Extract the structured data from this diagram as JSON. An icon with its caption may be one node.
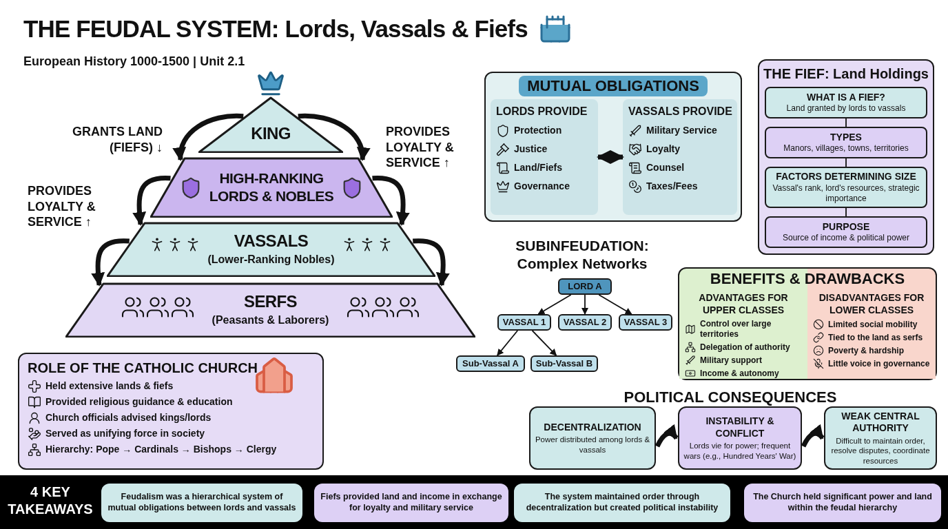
{
  "diagram": {
    "title": "THE FEUDAL SYSTEM: Lords, Vassals & Fiefs",
    "nodes": [
      {
        "text": [
          "KING"
        ]
      },
      {
        "text": [
          "HIGH-RANKING LORDS & NOBLES"
        ]
      },
      {
        "text": [
          "VASSALS",
          "(Lower-Ranking Nobles)"
        ]
      },
      {
        "text": [
          "SERFS",
          "(Peasants & Laborers)"
        ]
      },
      {
        "text": [
          "MUTUAL OBLIGATIONS"
        ]
      },
      {
        "text": [
          "LORDS PROVIDE",
          "Protection",
          "Justice",
          "Land/Fiefs",
          "Governance"
        ],
        "in": 4
      },
      {
        "text": [
          "VASSALS PROVIDE",
          "Military Service",
          "Loyalty",
          "Counsel",
          "Taxes/Fees"
        ],
        "in": 4
      },
      {
        "text": [
          "THE FIEF: Land Holdings"
        ]
      },
      {
        "text": [
          "WHAT IS A FIEF?",
          "Land granted by lords to vassals"
        ],
        "in": 7
      },
      {
        "text": [
          "TYPES",
          "Manors, villages, towns, territories"
        ],
        "in": 7
      },
      {
        "text": [
          "FACTORS DETERMINING SIZE",
          "Vassal's rank, lord's resources, strategic importance"
        ],
        "in": 7
      },
      {
        "text": [
          "PURPOSE",
          "Source of income & political power"
        ],
        "in": 7
      },
      {
        "text": [
          "LORD A"
        ]
      },
      {
        "text": [
          "VASSAL 1"
        ]
      },
      {
        "text": [
          "VASSAL 2"
        ]
      },
      {
        "text": [
          "VASSAL 3"
        ]
      },
      {
        "text": [
          "Sub-Vassal A"
        ]
      },
      {
        "text": [
          "Sub-Vassal B"
        ]
      },
      {
        "text": [
          "BENEFITS & DRAWBACKS"
        ]
      },
      {
        "text": [
          "ADVANTAGES FOR UPPER CLASSES",
          "Control over large territories",
          "Delegation of authority",
          "Military support",
          "Income & autonomy"
        ],
        "in": 18
      },
      {
        "text": [
          "DISADVANTAGES FOR LOWER CLASSES",
          "Limited social mobility",
          "Tied to the land as serfs",
          "Poverty & hardship",
          "Little voice in governance"
        ],
        "in": 18
      },
      {
        "text": [
          "DECENTRALIZATION",
          "Power distributed among lords & vassals"
        ]
      },
      {
        "text": [
          "INSTABILITY & CONFLICT",
          "Lords vie for power; frequent wars (e.g., Hundred Years' War)"
        ]
      },
      {
        "text": [
          "WEAK CENTRAL AUTHORITY",
          "Difficult to maintain order, resolve disputes, coordinate resources"
        ]
      },
      {
        "text": [
          "ROLE OF THE CATHOLIC CHURCH",
          "Held extensive lands & fiefs",
          "Provided religious guidance & education",
          "Church officials advised kings/lords",
          "Served as unifying force in society",
          "Hierarchy: Pope → Cardinals → Bishops → Clergy"
        ]
      },
      {
        "text": [
          "4 KEY TAKEAWAYS"
        ]
      },
      {
        "text": [
          "Feudalism was a hierarchical system of mutual obligations between lords and vassals"
        ],
        "in": 25
      },
      {
        "text": [
          "Fiefs provided land and income in exchange for loyalty and military service"
        ],
        "in": 25
      },
      {
        "text": [
          "The system maintained order through decentralization but created political instability"
        ],
        "in": 25
      },
      {
        "text": [
          "The Church held significant power and land within the feudal hierarchy"
        ],
        "in": 25
      }
    ],
    "edges": [
      {
        "from": 0,
        "to": 1,
        "arrow": "to",
        "label": "GRANTS LAND (FIEFS) ↓"
      },
      {
        "from": 1,
        "to": 2,
        "arrow": "to",
        "label": "PROVIDES LOYALTY & SERVICE ↑"
      },
      {
        "from": 2,
        "to": 3,
        "arrow": "to"
      },
      {
        "from": 0,
        "to": 1,
        "arrow": "to",
        "label": "PROVIDES LOYALTY & SERVICE ↑"
      },
      {
        "from": 1,
        "to": 2,
        "arrow": "to"
      },
      {
        "from": 2,
        "to": 3,
        "arrow": "to"
      },
      {
        "from": 5,
        "to": 6,
        "arrow": "both"
      },
      {
        "from": 8,
        "to": 9,
        "arrow": "none"
      },
      {
        "from": 9,
        "to": 10,
        "arrow": "none"
      },
      {
        "from": 10,
        "to": 11,
        "arrow": "none"
      },
      {
        "from": 12,
        "to": 13,
        "arrow": "to"
      },
      {
        "from": 12,
        "to": 14,
        "arrow": "to"
      },
      {
        "from": 12,
        "to": 15,
        "arrow": "to"
      },
      {
        "from": 13,
        "to": 16,
        "arrow": "to"
      },
      {
        "from": 13,
        "to": 17,
        "arrow": "to"
      },
      {
        "from": 21,
        "to": 22,
        "arrow": "to"
      },
      {
        "from": 22,
        "to": 23,
        "arrow": "to"
      }
    ],
    "labels": [
      "European History 1000-1500 | Unit 2.1",
      "SUBINFEUDATION: Complex Networks",
      "POLITICAL CONSEQUENCES"
    ]
  }
}
